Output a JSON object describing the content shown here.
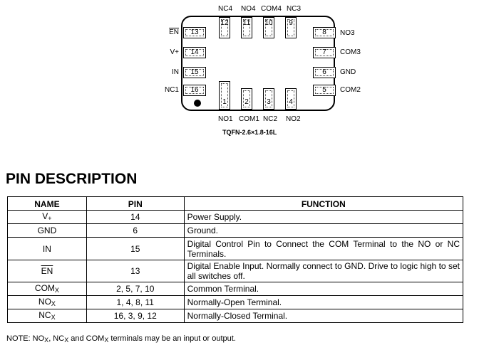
{
  "diagram": {
    "top_pins": [
      {
        "label": "NC4",
        "number": "12"
      },
      {
        "label": "NO4",
        "number": "11"
      },
      {
        "label": "COM4",
        "number": "10"
      },
      {
        "label": "NC3",
        "number": "9"
      }
    ],
    "bottom_pins": [
      {
        "label": "NO1",
        "number": "1"
      },
      {
        "label": "COM1",
        "number": "2"
      },
      {
        "label": "NC2",
        "number": "3"
      },
      {
        "label": "NO2",
        "number": "4"
      }
    ],
    "left_pins": [
      {
        "label": "EN",
        "number": "13"
      },
      {
        "label": "V+",
        "number": "14"
      },
      {
        "label": "IN",
        "number": "15"
      },
      {
        "label": "NC1",
        "number": "16"
      }
    ],
    "right_pins": [
      {
        "label": "NO3",
        "number": "8"
      },
      {
        "label": "COM3",
        "number": "7"
      },
      {
        "label": "GND",
        "number": "6"
      },
      {
        "label": "COM2",
        "number": "5"
      }
    ],
    "package_name": "TQFN-2.6×1.8-16L"
  },
  "section_title": "PIN DESCRIPTION",
  "table": {
    "headers": [
      "NAME",
      "PIN",
      "FUNCTION"
    ],
    "rows": [
      {
        "name": "V",
        "name_sub": "+",
        "pin": "14",
        "function": "Power Supply."
      },
      {
        "name": "GND",
        "name_sub": "",
        "pin": "6",
        "function": "Ground."
      },
      {
        "name": "IN",
        "name_sub": "",
        "pin": "15",
        "function": "Digital Control Pin to Connect the COM Terminal to the NO or NC Terminals."
      },
      {
        "name": "EN",
        "name_sub": "",
        "pin": "13",
        "function": "Digital Enable Input. Normally connect to GND. Drive to logic high to set all switches off."
      },
      {
        "name": "COM",
        "name_sub": "X",
        "pin": "2, 5, 7, 10",
        "function": "Common Terminal."
      },
      {
        "name": "NO",
        "name_sub": "X",
        "pin": "1, 4, 8, 11",
        "function": "Normally-Open Terminal."
      },
      {
        "name": "NC",
        "name_sub": "X",
        "pin": "16, 3, 9, 12",
        "function": "Normally-Closed Terminal."
      }
    ]
  },
  "note": {
    "prefix": "NOTE: NO",
    "sub1": "X",
    "mid1": ", NC",
    "sub2": "X",
    "mid2": " and COM",
    "sub3": "X",
    "suffix": " terminals may be an input or output."
  }
}
